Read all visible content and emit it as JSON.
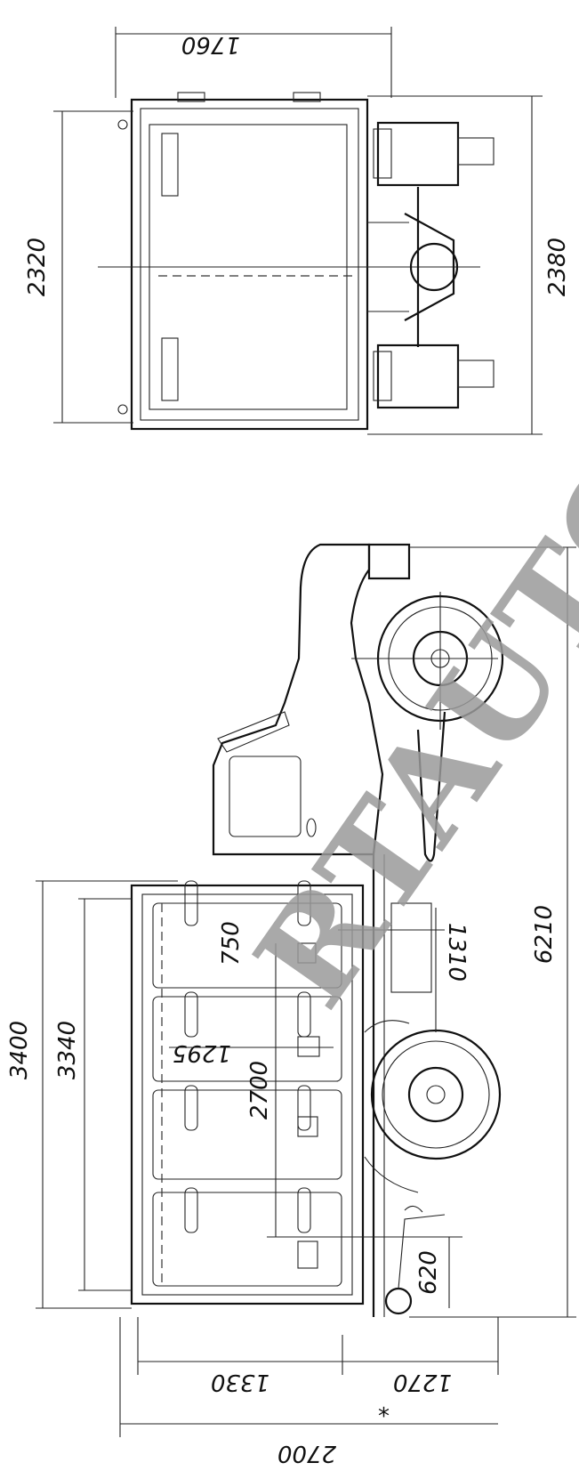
{
  "dimensions": {
    "rear_width": "1760",
    "body_width": "2320",
    "overall_width": "2380",
    "overall_length": "6210",
    "platform_length_outer": "3400",
    "platform_length_inner": "3340",
    "section_length": "750",
    "axle_offset": "1310",
    "section_span": "1295",
    "wheelbase_span": "2700",
    "hitch_height": "620",
    "height_lower": "1330",
    "height_upper": "1270",
    "overall_height": "2700"
  },
  "watermark": "RTAUTO.R",
  "marks": {
    "asterisk": "*"
  }
}
